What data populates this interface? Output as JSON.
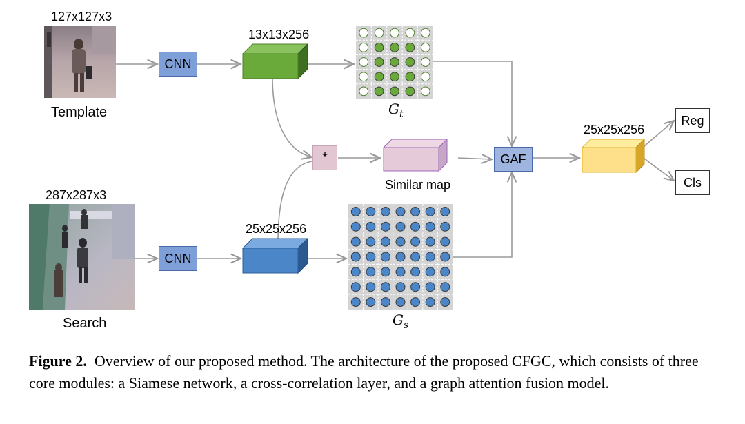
{
  "template": {
    "size_label": "127x127x3",
    "label": "Template"
  },
  "search": {
    "size_label": "287x287x3",
    "label": "Search"
  },
  "cnn_label": "CNN",
  "template_feature_label": "13x13x256",
  "search_feature_label": "25x25x256",
  "correlation_symbol": "*",
  "similar_map_label": "Similar map",
  "gaf_label": "GAF",
  "fused_feature_label": "25x25x256",
  "reg_label": "Reg",
  "cls_label": "Cls",
  "graph_t": {
    "symbol": "G",
    "subscript": "t"
  },
  "graph_s": {
    "symbol": "G",
    "subscript": "s"
  },
  "colors": {
    "green_block": "#6aaa3a",
    "blue_block": "#4a86c8",
    "pink_block": "#e5cbd9",
    "yellow_block": "#ffe08a",
    "arrow": "#999999"
  },
  "caption": {
    "figure_label": "Figure 2.",
    "text": "Overview of our proposed method.  The architecture of the proposed CFGC, which consists of three core modules: a Siamese network, a cross-correlation layer, and a graph attention fusion model."
  }
}
